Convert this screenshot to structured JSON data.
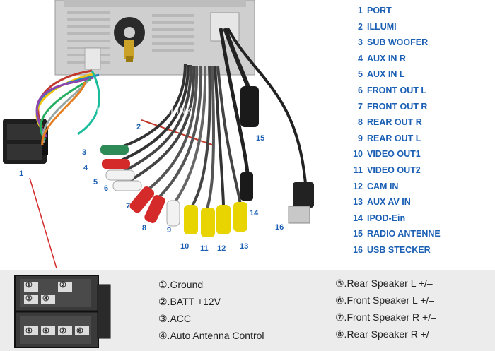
{
  "watermark": [
    "WINLINK",
    "WINLINK"
  ],
  "callouts": [
    "1",
    "2",
    "3",
    "4",
    "5",
    "6",
    "7",
    "8",
    "9",
    "10",
    "11",
    "12",
    "13",
    "14",
    "15",
    "16"
  ],
  "legend": [
    {
      "n": "1",
      "label": "PORT"
    },
    {
      "n": "2",
      "label": "ILLUMI"
    },
    {
      "n": "3",
      "label": "SUB WOOFER"
    },
    {
      "n": "4",
      "label": "AUX IN R"
    },
    {
      "n": "5",
      "label": "AUX IN L"
    },
    {
      "n": "6",
      "label": "FRONT OUT L"
    },
    {
      "n": "7",
      "label": "FRONT OUT R"
    },
    {
      "n": "8",
      "label": "REAR OUT R"
    },
    {
      "n": "9",
      "label": "REAR OUT L"
    },
    {
      "n": "10",
      "label": "VIDEO OUT1"
    },
    {
      "n": "11",
      "label": "VIDEO OUT2"
    },
    {
      "n": "12",
      "label": "CAM IN"
    },
    {
      "n": "13",
      "label": "AUX AV IN"
    },
    {
      "n": "14",
      "label": "IPOD-Ein"
    },
    {
      "n": "15",
      "label": "RADIO ANTENNE"
    },
    {
      "n": "16",
      "label": "USB STECKER"
    }
  ],
  "pin_markers": [
    "①",
    "②",
    "③",
    "④",
    "⑤",
    "⑥",
    "⑦",
    "⑧"
  ],
  "pins_left": [
    "①.Ground",
    "②.BATT +12V",
    "③.ACC",
    "④.Auto Antenna Control"
  ],
  "pins_right": [
    "⑤.Rear Speaker L +/–",
    "⑥.Front Speaker L +/–",
    "⑦.Front Speaker R +/–",
    "⑧.Rear Speaker R +/–"
  ],
  "colors": {
    "accent": "#1a5fb4",
    "rca_red": "#d42a2a",
    "rca_white": "#f2f2f2",
    "rca_yellow": "#e8d400",
    "rca_green": "#2e8b57"
  }
}
